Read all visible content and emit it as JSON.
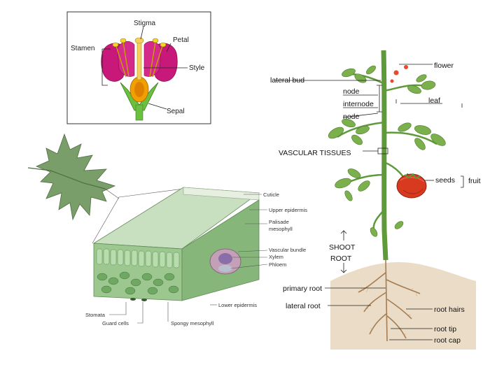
{
  "flower": {
    "stigma": "Stigma",
    "petal": "Petal",
    "stamen": "Stamen",
    "style": "Style",
    "sepal": "Sepal"
  },
  "leaf_section": {
    "cuticle": "Cuticle",
    "upper_epidermis": "Upper epidermis",
    "palisade_1": "Palisade",
    "palisade_2": "mesophyll",
    "vascular_bundle": "Vascular bundle",
    "xylem": "Xylem",
    "phloem": "Phloem",
    "lower_epidermis": "Lower epidermis",
    "stomata": "Stomata",
    "guard_cells": "Guard cells",
    "spongy_mesophyll": "Spongy mesophyll"
  },
  "plant": {
    "flower": "flower",
    "lateral_bud": "lateral bud",
    "node_upper": "node",
    "internode": "internode",
    "node_lower": "node",
    "leaf": "leaf",
    "vascular_tissues": "VASCULAR TISSUES",
    "seeds": "seeds",
    "fruit": "fruit",
    "shoot": "SHOOT",
    "root": "ROOT",
    "primary_root": "primary root",
    "lateral_root": "lateral root",
    "root_hairs": "root hairs",
    "root_tip": "root tip",
    "root_cap": "root cap"
  },
  "colors": {
    "petal": "#c8187a",
    "stamen": "#e0c020",
    "ovary": "#f0a000",
    "sepal": "#6cc040",
    "leaf_green": "#7aa05a",
    "cell_green": "#9cc890",
    "stem": "#5f9a3a",
    "tomato": "#d83a20",
    "soil": "#c9a97e"
  }
}
